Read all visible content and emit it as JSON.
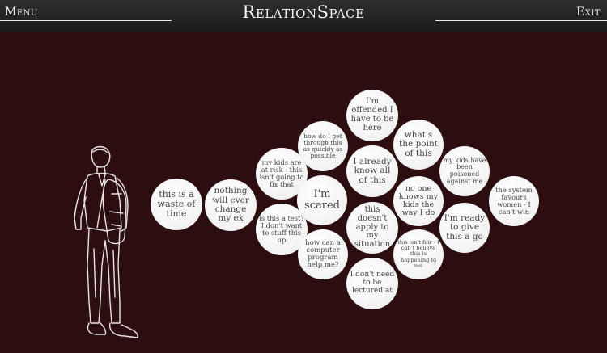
{
  "header": {
    "menu_label": "Menu",
    "title": "RelationSpace",
    "exit_label": "Exit"
  },
  "bubbles": [
    {
      "id": "waste-of-time",
      "text": "this is a waste of time"
    },
    {
      "id": "nothing-will-change",
      "text": "nothing will ever change my ex"
    },
    {
      "id": "kids-at-risk",
      "text": "my kids are at risk - this isn't going to fix that"
    },
    {
      "id": "is-this-a-test",
      "text": "is this a test? I don't want to stuff this up"
    },
    {
      "id": "how-do-i-get-through",
      "text": "how do I get through this as quickly as possible"
    },
    {
      "id": "im-scared",
      "text": "I'm scared"
    },
    {
      "id": "computer-program",
      "text": "how can a computer program help me?"
    },
    {
      "id": "offended",
      "text": "I'm offended I have to be here"
    },
    {
      "id": "already-know",
      "text": "I already know all of this"
    },
    {
      "id": "doesnt-apply",
      "text": "this doesn't apply to my situation"
    },
    {
      "id": "dont-need-lecture",
      "text": "I don't need to be lectured at"
    },
    {
      "id": "whats-the-point",
      "text": "what's the point of this"
    },
    {
      "id": "no-one-knows",
      "text": "no one knows my kids the way I do"
    },
    {
      "id": "isnt-fair",
      "text": "this isn't fair - I can't believe this is happening to me"
    },
    {
      "id": "kids-poisoned",
      "text": "my kids have been poisoned against me"
    },
    {
      "id": "ready-to-give",
      "text": "I'm ready to give this a go"
    },
    {
      "id": "system-favours",
      "text": "the system favours women - I can't win"
    }
  ]
}
